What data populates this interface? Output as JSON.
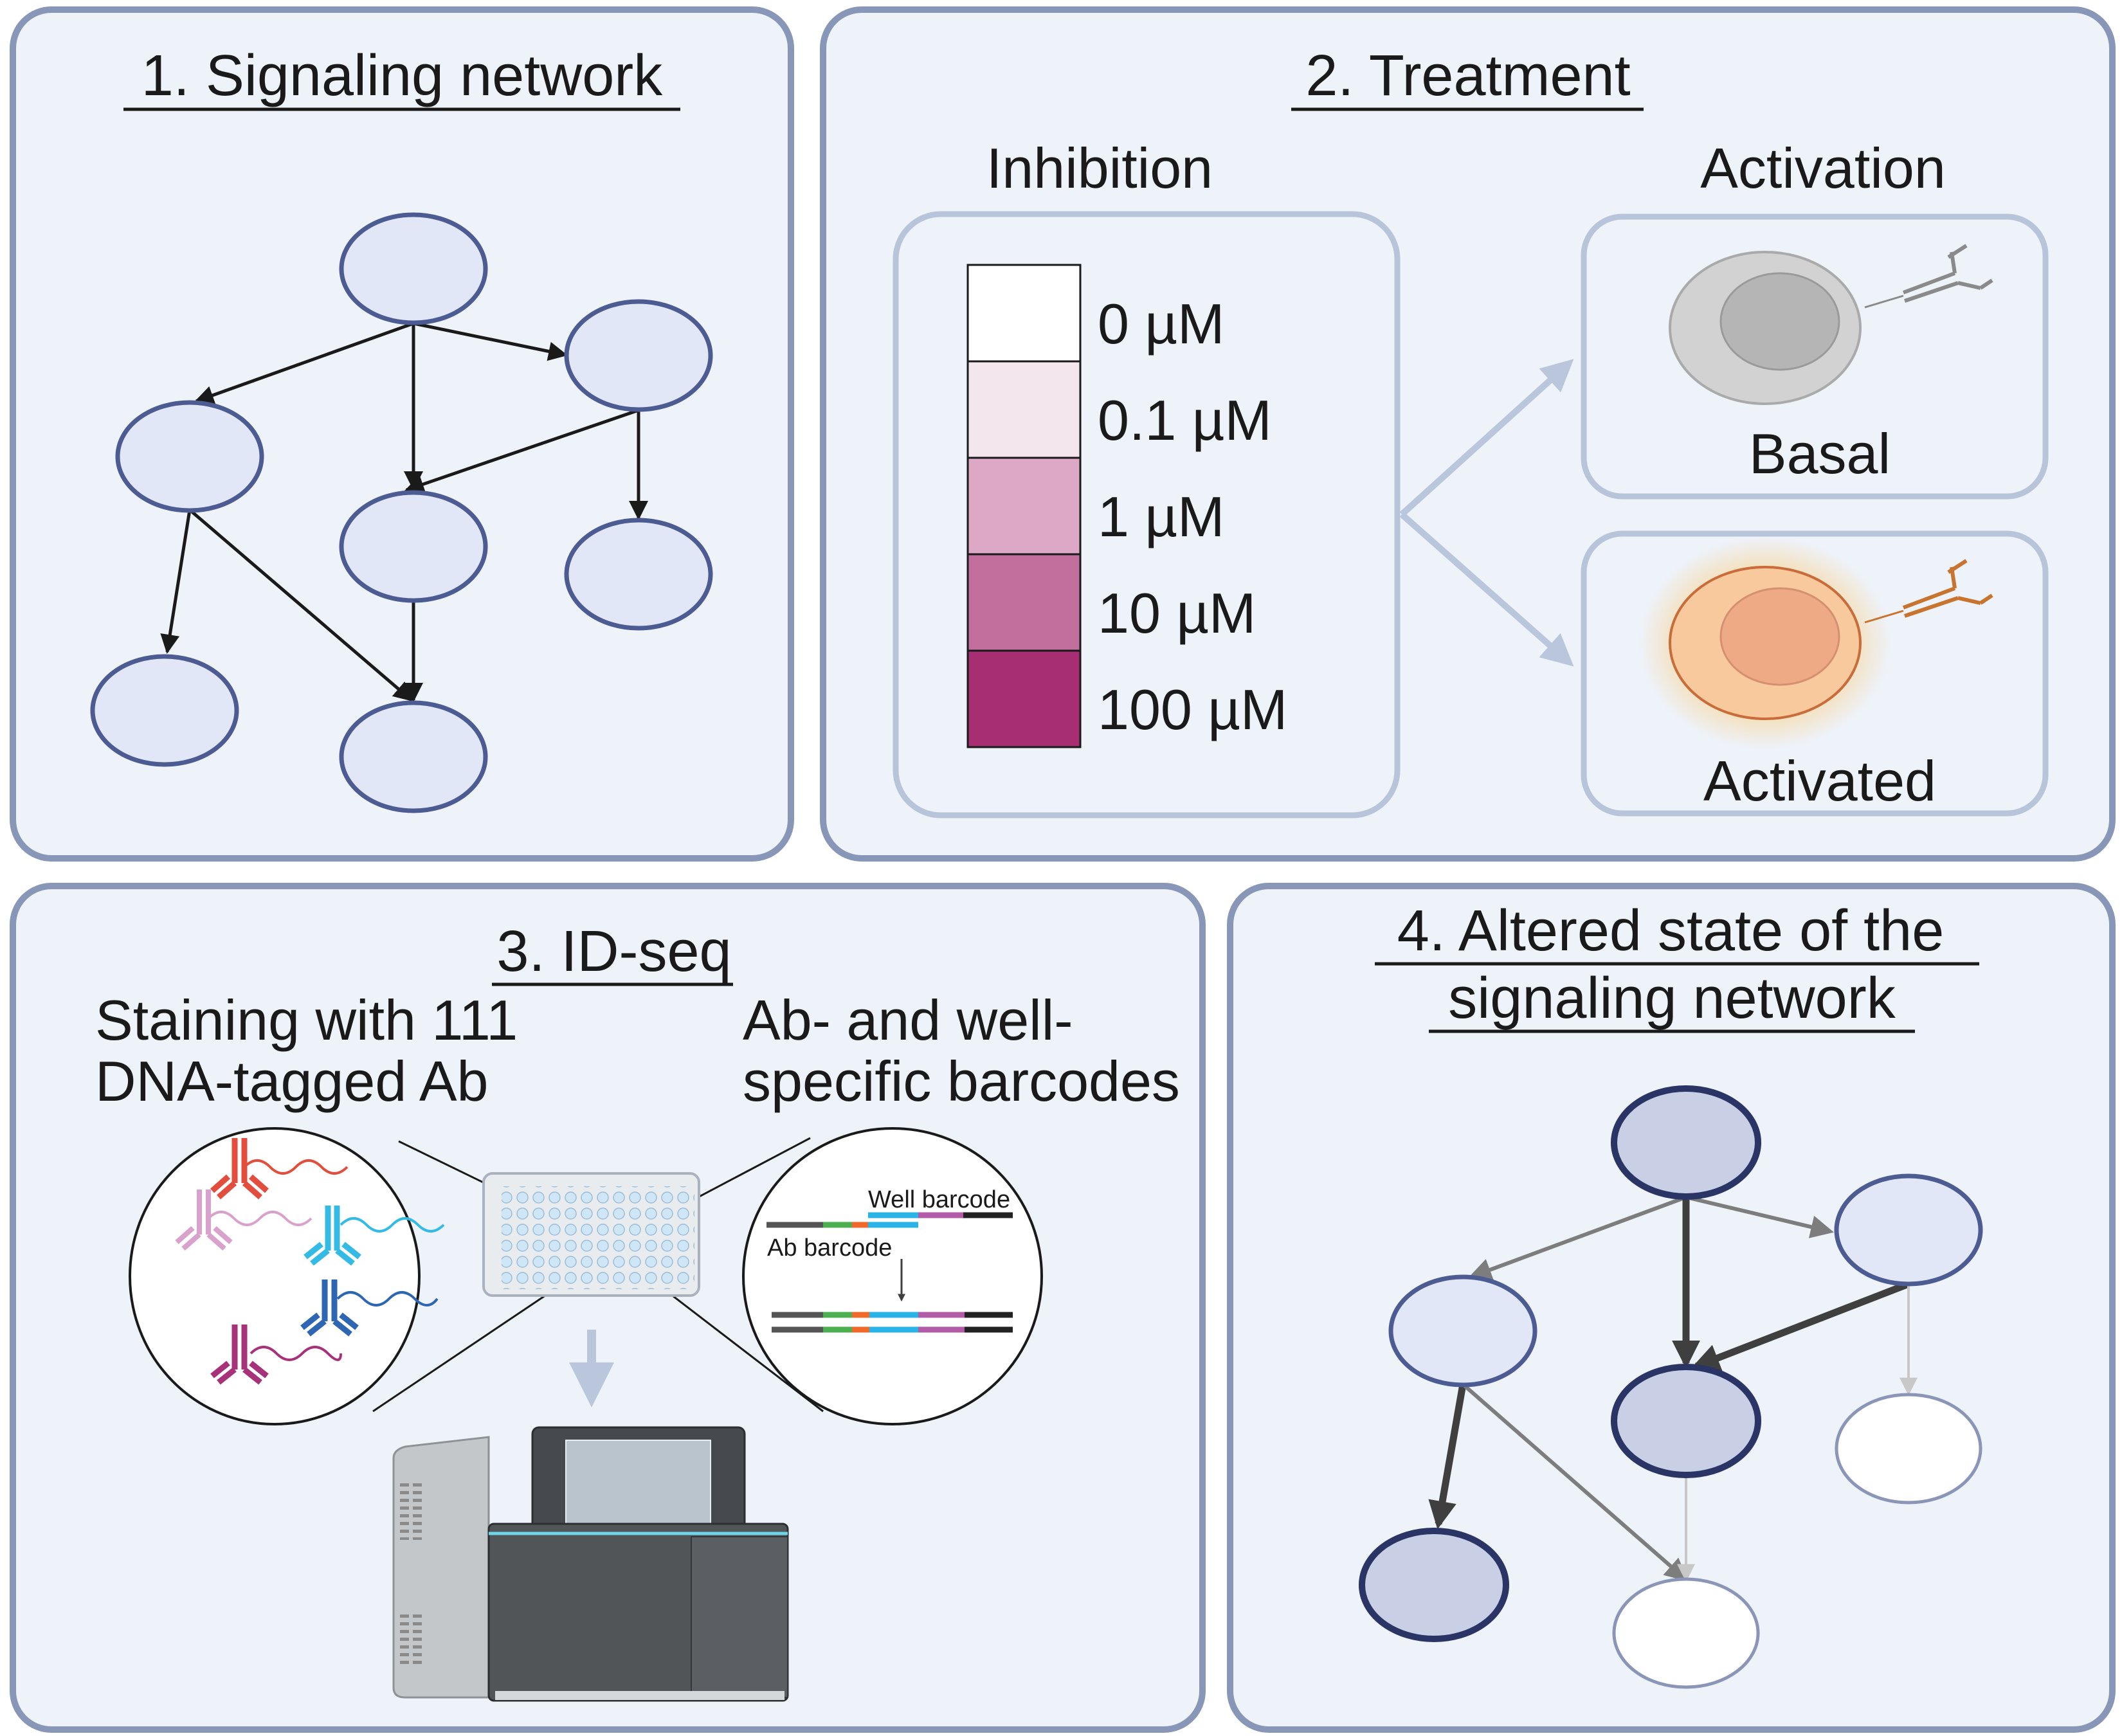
{
  "panel1": {
    "title": "1. Signaling network"
  },
  "panel2": {
    "title": "2. Treatment",
    "inhibition_label": "Inhibition",
    "activation_label": "Activation",
    "concentrations": [
      "0 µM",
      "0.1 µM",
      "1 µM",
      "10 µM",
      "100 µM"
    ],
    "concentration_colors": [
      "#ffffff",
      "#f3e6ec",
      "#dca8c5",
      "#c26f9d",
      "#a82e72"
    ],
    "basal_label": "Basal",
    "activated_label": "Activated"
  },
  "panel3": {
    "title": "3. ID-seq",
    "staining_line1": "Staining with 111",
    "staining_line2": "DNA-tagged Ab",
    "barcodes_line1": "Ab- and well-",
    "barcodes_line2": "specific barcodes",
    "well_barcode_label": "Well barcode",
    "ab_barcode_label": "Ab barcode"
  },
  "panel4": {
    "title_line1": "4. Altered state of the",
    "title_line2": "signaling network"
  },
  "colors": {
    "panel_border": "#8896b8",
    "panel_fill": "#eef2f9",
    "node_fill": "#e2e7f7",
    "node_stroke": "#4d5b93",
    "node_active_fill": "#c9d0e6",
    "node_active_stroke": "#2a3566",
    "inner_box": "#b8c4d9"
  }
}
